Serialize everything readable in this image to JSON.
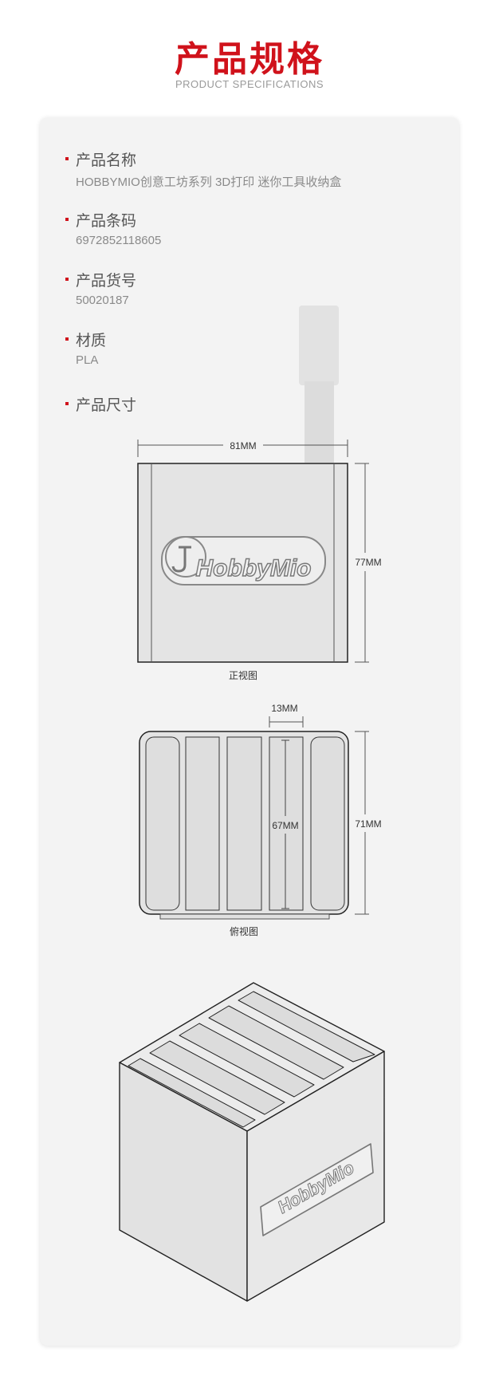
{
  "header": {
    "title": "产品规格",
    "subtitle": "PRODUCT SPECIFICATIONS"
  },
  "specs": [
    {
      "label": "产品名称",
      "value": "HOBBYMIO创意工坊系列 3D打印 迷你工具收纳盒"
    },
    {
      "label": "产品条码",
      "value": "6972852118605"
    },
    {
      "label": "产品货号",
      "value": "50020187"
    },
    {
      "label": "材质",
      "value": "PLA"
    },
    {
      "label": "产品尺寸",
      "value": ""
    }
  ],
  "front_view": {
    "width_label": "81MM",
    "height_label": "77MM",
    "caption": "正视图",
    "logo_text": "HobbyMio"
  },
  "top_view": {
    "slot_width_label": "13MM",
    "slot_length_label": "67MM",
    "depth_label": "71MM",
    "caption": "俯视图"
  },
  "iso_view": {
    "logo_text": "HobbyMio"
  },
  "colors": {
    "accent": "#d0121b",
    "card_bg": "#f3f3f3",
    "line": "#333333"
  }
}
